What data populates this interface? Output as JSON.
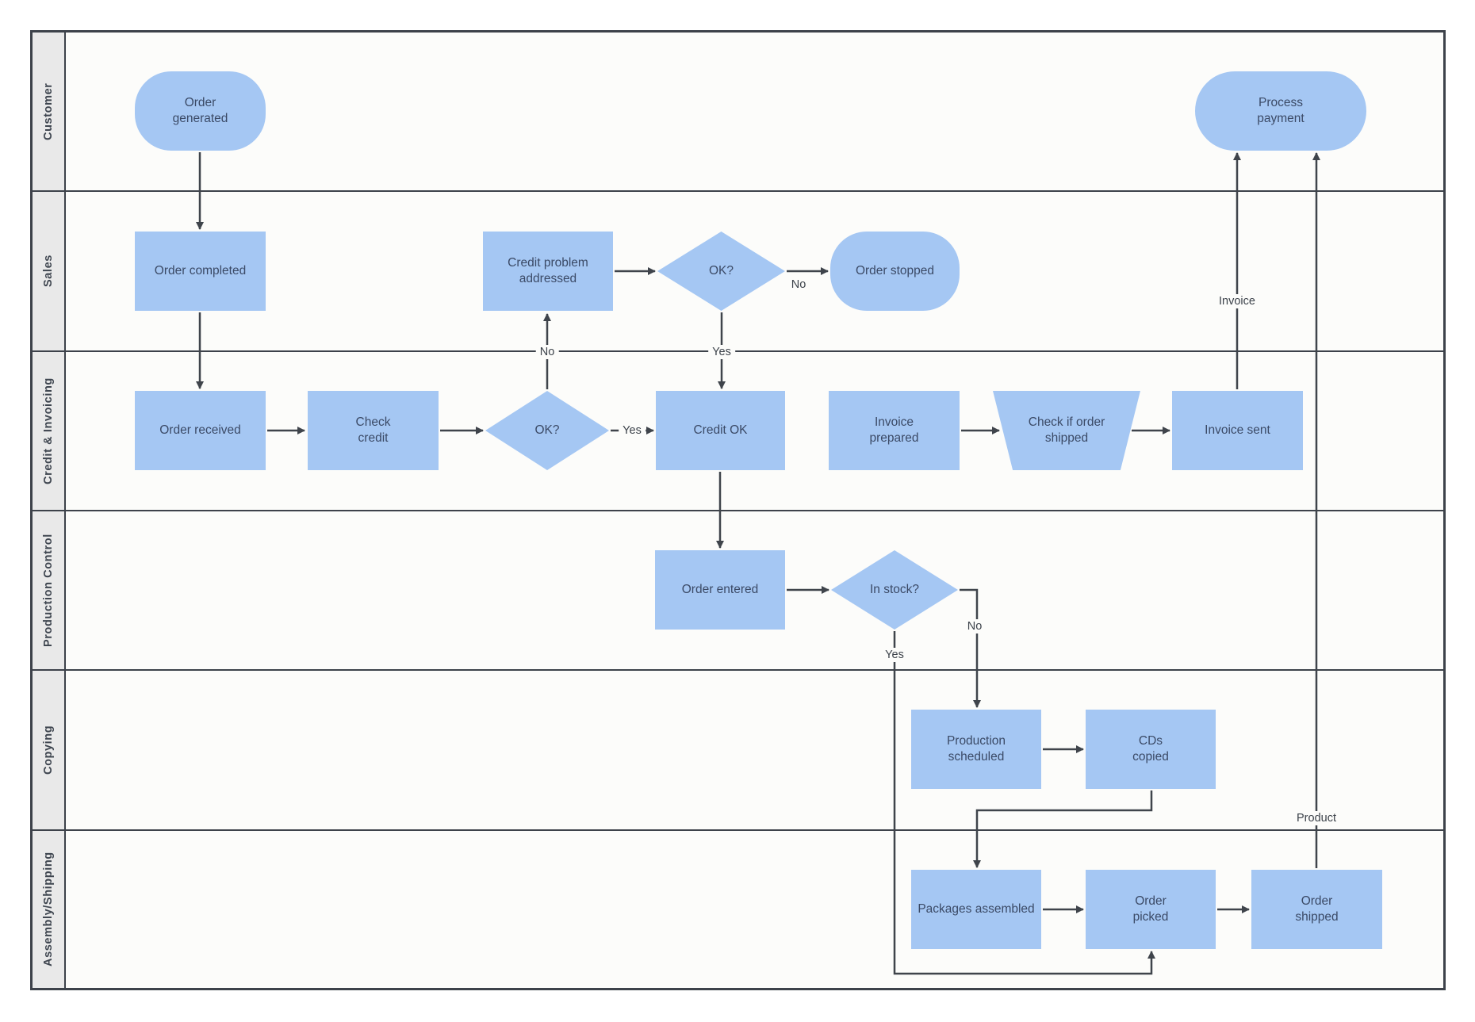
{
  "diagram": {
    "type": "swimlane-flowchart",
    "colors": {
      "node_fill": "#a5c7f3",
      "node_text": "#3b4a66",
      "connector": "#3f444b",
      "lane_label_bg": "#e9e9e9",
      "lane_border": "#3d424a",
      "lane_bg": "#fcfcfa"
    },
    "lanes": [
      {
        "label": "Customer"
      },
      {
        "label": "Sales"
      },
      {
        "label": "Credit & Invoicing"
      },
      {
        "label": "Production Control"
      },
      {
        "label": "Copying"
      },
      {
        "label": "Assembly/Shipping"
      }
    ],
    "nodes": {
      "order_generated": {
        "label": "Order generated",
        "shape": "terminator",
        "lane": "Customer"
      },
      "process_payment": {
        "label": "Process payment",
        "shape": "terminator",
        "lane": "Customer"
      },
      "order_completed": {
        "label": "Order completed",
        "shape": "process",
        "lane": "Sales"
      },
      "credit_problem": {
        "label": "Credit problem addressed",
        "shape": "process",
        "lane": "Sales"
      },
      "ok_sales": {
        "label": "OK?",
        "shape": "decision",
        "lane": "Sales"
      },
      "order_stopped": {
        "label": "Order stopped",
        "shape": "terminator",
        "lane": "Sales"
      },
      "order_received": {
        "label": "Order received",
        "shape": "process",
        "lane": "Credit & Invoicing"
      },
      "check_credit": {
        "label": "Check credit",
        "shape": "process",
        "lane": "Credit & Invoicing"
      },
      "ok_credit": {
        "label": "OK?",
        "shape": "decision",
        "lane": "Credit & Invoicing"
      },
      "credit_ok": {
        "label": "Credit OK",
        "shape": "process",
        "lane": "Credit & Invoicing"
      },
      "invoice_prepared": {
        "label": "Invoice prepared",
        "shape": "process",
        "lane": "Credit & Invoicing"
      },
      "check_if_shipped": {
        "label": "Check if order shipped",
        "shape": "trapezoid",
        "lane": "Credit & Invoicing"
      },
      "invoice_sent": {
        "label": "Invoice sent",
        "shape": "process",
        "lane": "Credit & Invoicing"
      },
      "order_entered": {
        "label": "Order entered",
        "shape": "process",
        "lane": "Production Control"
      },
      "in_stock": {
        "label": "In stock?",
        "shape": "decision",
        "lane": "Production Control"
      },
      "production_scheduled": {
        "label": "Production scheduled",
        "shape": "process",
        "lane": "Copying"
      },
      "cds_copied": {
        "label": "CDs copied",
        "shape": "process",
        "lane": "Copying"
      },
      "packages_assembled": {
        "label": "Packages assembled",
        "shape": "process",
        "lane": "Assembly/Shipping"
      },
      "order_picked": {
        "label": "Order picked",
        "shape": "process",
        "lane": "Assembly/Shipping"
      },
      "order_shipped": {
        "label": "Order shipped",
        "shape": "process",
        "lane": "Assembly/Shipping"
      }
    },
    "edge_labels": {
      "credit_ok_no_up": "No",
      "credit_ok_yes_right": "Yes",
      "sales_ok_no_right": "No",
      "sales_ok_yes_down": "Yes",
      "in_stock_no": "No",
      "in_stock_yes": "Yes",
      "invoice_flow": "Invoice",
      "product_flow": "Product"
    }
  }
}
